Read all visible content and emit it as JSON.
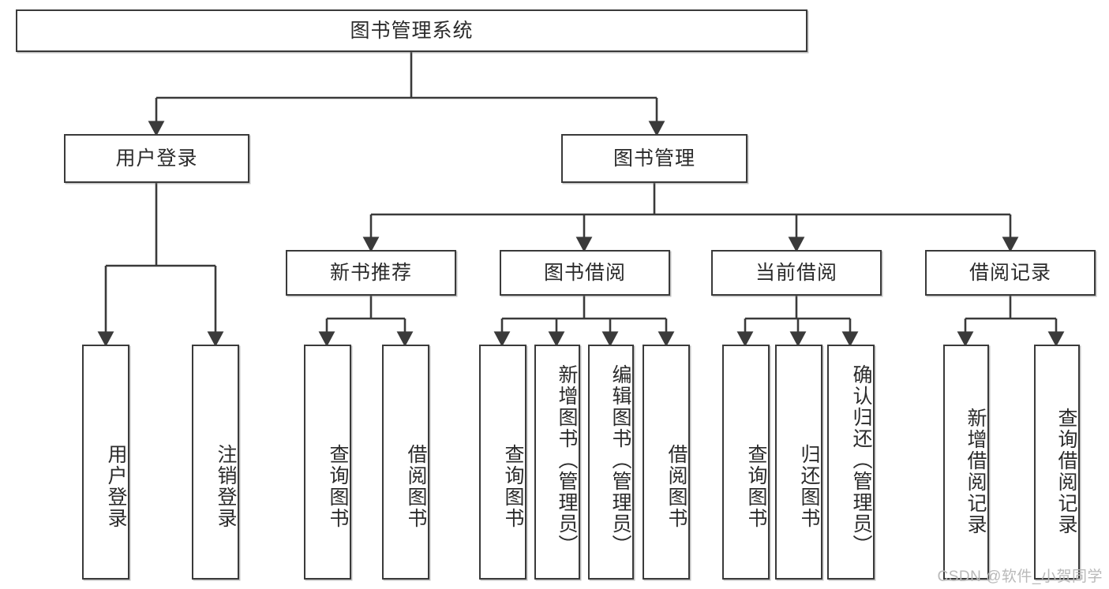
{
  "diagram": {
    "title": "图书管理系统",
    "type": "tree",
    "watermark": "CSDN @软件_小贺同学",
    "stroke_color": "#3a3a3a",
    "fill_color": "#ffffff",
    "text_color": "#2b2b2b",
    "watermark_color": "#b9b9b9"
  },
  "nodes": {
    "root": {
      "label": "图书管理系统"
    },
    "level2": [
      {
        "id": "user-login",
        "label": "用户登录"
      },
      {
        "id": "book-management",
        "label": "图书管理"
      }
    ],
    "level3": [
      {
        "id": "new-book-recommend",
        "label": "新书推荐"
      },
      {
        "id": "book-borrow",
        "label": "图书借阅"
      },
      {
        "id": "current-borrow",
        "label": "当前借阅"
      },
      {
        "id": "borrow-record",
        "label": "借阅记录"
      }
    ],
    "leaves": [
      {
        "id": "leaf-user-login",
        "label": "用户登录",
        "parent": "user-login"
      },
      {
        "id": "leaf-logout",
        "label": "注销登录",
        "parent": "user-login"
      },
      {
        "id": "leaf-query-book-1",
        "label": "查询图书",
        "parent": "new-book-recommend"
      },
      {
        "id": "leaf-borrow-book-1",
        "label": "借阅图书",
        "parent": "new-book-recommend"
      },
      {
        "id": "leaf-query-book-2",
        "label": "查询图书",
        "parent": "book-borrow"
      },
      {
        "id": "leaf-add-book",
        "label": "新增图书（管理员）",
        "parent": "book-borrow"
      },
      {
        "id": "leaf-edit-book",
        "label": "编辑图书（管理员）",
        "parent": "book-borrow"
      },
      {
        "id": "leaf-borrow-book-2",
        "label": "借阅图书",
        "parent": "book-borrow"
      },
      {
        "id": "leaf-query-book-3",
        "label": "查询图书",
        "parent": "current-borrow"
      },
      {
        "id": "leaf-return-book",
        "label": "归还图书",
        "parent": "current-borrow"
      },
      {
        "id": "leaf-confirm-return",
        "label": "确认归还（管理员）",
        "parent": "current-borrow"
      },
      {
        "id": "leaf-add-record",
        "label": "新增借阅记录",
        "parent": "borrow-record"
      },
      {
        "id": "leaf-query-record",
        "label": "查询借阅记录",
        "parent": "borrow-record"
      }
    ]
  }
}
